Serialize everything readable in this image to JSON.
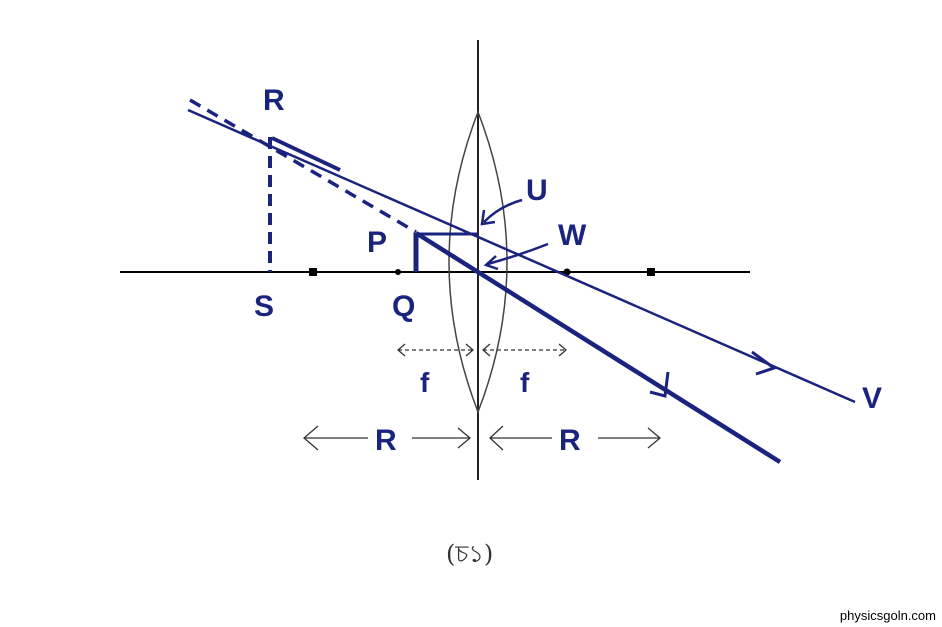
{
  "diagram": {
    "points": {
      "R": "R",
      "S": "S",
      "P": "P",
      "Q": "Q",
      "U": "U",
      "W": "W",
      "V": "V"
    },
    "focal_left": "f",
    "focal_right": "f",
    "radius_left": "R",
    "radius_right": "R",
    "caption": "(চ১)"
  },
  "footer": {
    "site": "physicsgoln.com"
  },
  "colors": {
    "ink": "#1a237e",
    "lens": "#444444",
    "axis": "#000000"
  }
}
